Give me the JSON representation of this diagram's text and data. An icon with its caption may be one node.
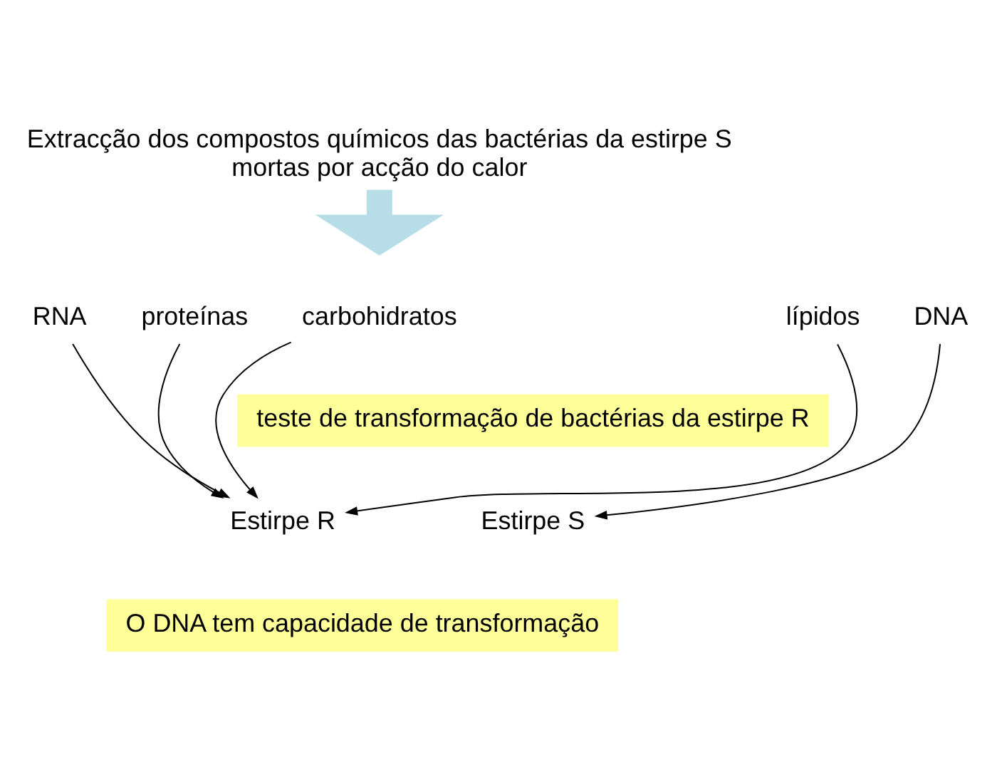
{
  "diagram": {
    "nodes": [
      {
        "text": [
          "Extracção dos compostos químicos das bactérias da estirpe S mortas por acção do calor"
        ]
      },
      {
        "text": [
          "RNA"
        ]
      },
      {
        "text": [
          "proteínas"
        ]
      },
      {
        "text": [
          "carbohidratos"
        ]
      },
      {
        "text": [
          "lípidos"
        ]
      },
      {
        "text": [
          "DNA"
        ]
      },
      {
        "text": [
          "teste de transformação de bactérias da estirpe R"
        ]
      },
      {
        "text": [
          "Estirpe R"
        ]
      },
      {
        "text": [
          "Estirpe S"
        ]
      },
      {
        "text": [
          "O DNA tem capacidade de transformação"
        ]
      }
    ],
    "edges": [
      {
        "from": 0,
        "to": null,
        "arrow": "to",
        "style": "thick",
        "color": "#b7dde8"
      },
      {
        "from": 1,
        "to": 7,
        "arrow": "to"
      },
      {
        "from": 2,
        "to": 7,
        "arrow": "to"
      },
      {
        "from": 3,
        "to": 7,
        "arrow": "to"
      },
      {
        "from": 4,
        "to": 7,
        "arrow": "to"
      },
      {
        "from": 5,
        "to": 8,
        "arrow": "to"
      }
    ]
  }
}
